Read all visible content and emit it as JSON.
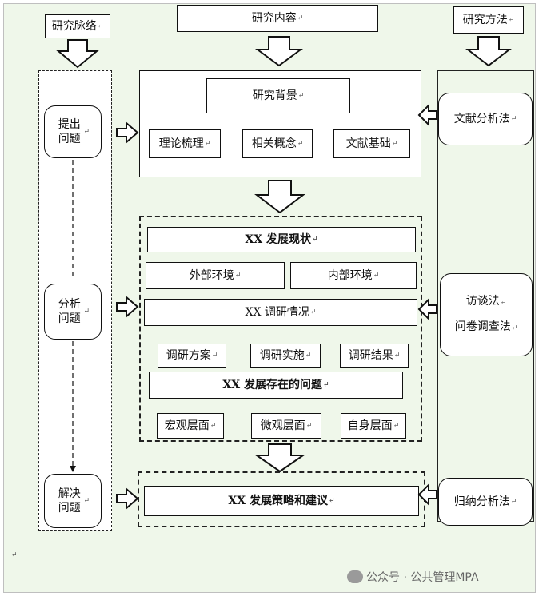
{
  "headers": {
    "left": "研究脉络",
    "center": "研究内容",
    "right": "研究方法"
  },
  "stages": {
    "propose": "提出问题",
    "analyze": "分析问题",
    "solve": "解决问题"
  },
  "background_section": {
    "title": "研究背景",
    "items": [
      "理论梳理",
      "相关概念",
      "文献基础"
    ]
  },
  "analysis_section": {
    "status": "XX 发展现状",
    "env_external": "外部环境",
    "env_internal": "内部环境",
    "survey": "XX 调研情况",
    "survey_items": [
      "调研方案",
      "调研实施",
      "调研结果"
    ],
    "problems": "XX 发展存在的问题",
    "problem_levels": [
      "宏观层面",
      "微观层面",
      "自身层面"
    ]
  },
  "solution_section": {
    "strategy": "XX 发展策略和建议"
  },
  "methods": {
    "literature": "文献分析法",
    "interview": "访谈法",
    "questionnaire": "问卷调查法",
    "induction": "归纳分析法"
  },
  "watermark": "公众号 · 公共管理MPA"
}
